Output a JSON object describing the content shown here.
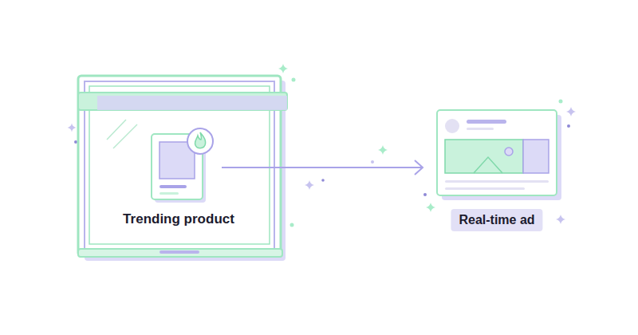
{
  "diagram": {
    "nodes": [
      {
        "text": [
          "Trending product"
        ]
      },
      {
        "text": [
          "Real-time ad"
        ]
      }
    ],
    "edges": [
      {
        "from": 0,
        "to": 1,
        "arrow": "to"
      }
    ]
  }
}
